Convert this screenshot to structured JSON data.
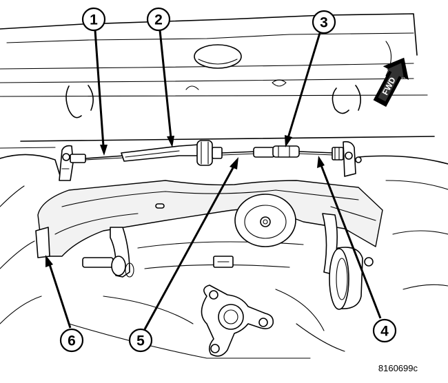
{
  "figure_id": "8160699c",
  "fwd_label": "FWD",
  "callouts": [
    {
      "number": "1"
    },
    {
      "number": "2"
    },
    {
      "number": "3"
    },
    {
      "number": "4"
    },
    {
      "number": "5"
    },
    {
      "number": "6"
    }
  ]
}
